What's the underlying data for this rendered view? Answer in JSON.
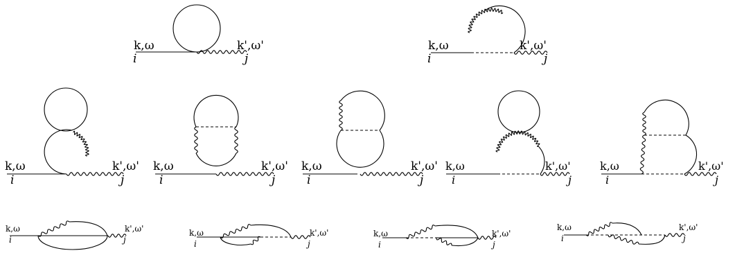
{
  "diagrams": [
    {
      "label_in": "k,ω",
      "index_in": "i",
      "label_out": "k',ω'",
      "index_out": "j"
    },
    {
      "label_in": "k,ω",
      "index_in": "i",
      "label_out": "k',ω'",
      "index_out": "j"
    },
    {
      "label_in": "k,ω",
      "index_in": "i",
      "label_out": "k',ω'",
      "index_out": "j"
    },
    {
      "label_in": "k,ω",
      "index_in": "i",
      "label_out": "k',ω'",
      "index_out": "j"
    },
    {
      "label_in": "k,ω",
      "index_in": "i",
      "label_out": "k',ω'",
      "index_out": "j"
    },
    {
      "label_in": "k,ω",
      "index_in": "i",
      "label_out": "k',ω'",
      "index_out": "j"
    },
    {
      "label_in": "k,ω",
      "index_in": "i",
      "label_out": "k',ω'",
      "index_out": "j"
    },
    {
      "label_in": "k,ω",
      "index_in": "i",
      "label_out": "k',ω'",
      "index_out": "j"
    },
    {
      "label_in": "k,ω",
      "index_in": "i",
      "label_out": "k',ω'",
      "index_out": "j"
    },
    {
      "label_in": "k,ω",
      "index_in": "i",
      "label_out": "k',ω'",
      "index_out": "j"
    },
    {
      "label_in": "k,ω",
      "index_in": "i",
      "label_out": "k',ω'",
      "index_out": "j"
    }
  ]
}
